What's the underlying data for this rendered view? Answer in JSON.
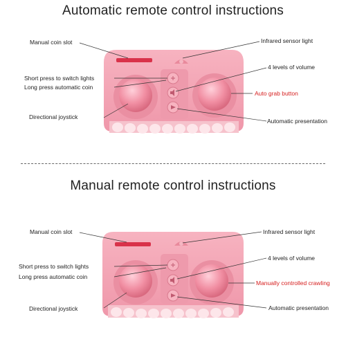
{
  "sections": [
    {
      "title": "Automatic remote control instructions",
      "labels": {
        "coin_slot": "Manual coin slot",
        "sensor": "Infrared sensor light",
        "short_press": "Short press to switch lights",
        "long_press": "Long press automatic coin",
        "volume": "4 levels of volume",
        "joystick": "Directional joystick",
        "grab": "Auto grab button",
        "presentation": "Automatic presentation"
      },
      "colors": {
        "highlight_label": "#d62020"
      }
    },
    {
      "title": "Manual remote control instructions",
      "labels": {
        "coin_slot": "Manual coin slot",
        "sensor": "Infrared sensor light",
        "short_press": "Short press to switch lights",
        "long_press": "Long press automatic coin",
        "volume": "4 levels of volume",
        "joystick": "Directional joystick",
        "grab": "Manually controlled crawling",
        "presentation": "Automatic presentation"
      },
      "colors": {
        "highlight_label": "#d62020"
      }
    }
  ],
  "colors": {
    "body": "#f4a6b4",
    "body_dark": "#e98a9c",
    "slot": "#d9324a",
    "teeth": "#fde6ea"
  }
}
